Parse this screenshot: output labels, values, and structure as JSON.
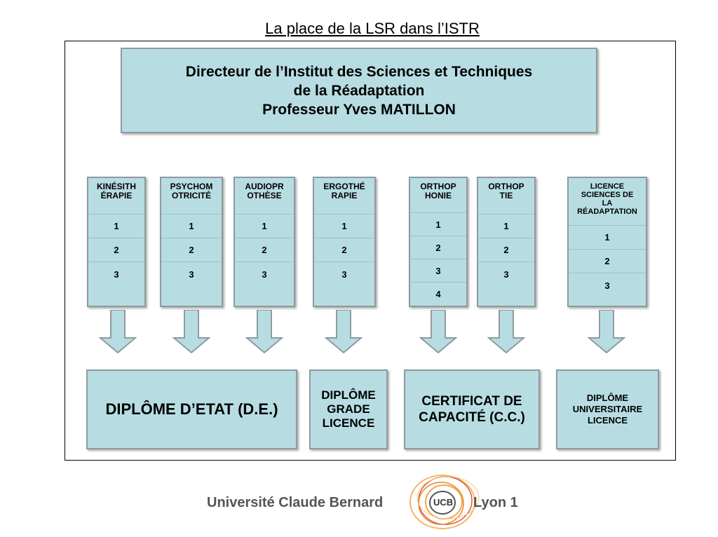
{
  "title": "La place de la LSR dans l’ISTR",
  "director": {
    "line1": "Directeur de l’Institut des Sciences et Techniques",
    "line2": "de la Réadaptation",
    "line3": "Professeur  Yves MATILLON"
  },
  "columns": [
    {
      "label_line1": "KINÉSITH",
      "label_line2": "ÉRAPIE",
      "years": [
        "1",
        "2",
        "3"
      ]
    },
    {
      "label_line1": "PSYCHOM",
      "label_line2": "OTRICITÉ",
      "years": [
        "1",
        "2",
        "3"
      ]
    },
    {
      "label_line1": "AUDIOPR",
      "label_line2": "OTHÈSE",
      "years": [
        "1",
        "2",
        "3"
      ]
    },
    {
      "label_line1": "ERGOTHÉ",
      "label_line2": "RAPIE",
      "years": [
        "1",
        "2",
        "3"
      ]
    },
    {
      "label_line1": "ORTHOP",
      "label_line2": "HONIE",
      "years": [
        "1",
        "2",
        "3",
        "4"
      ]
    },
    {
      "label_line1": "ORTHOP",
      "label_line2": "TIE",
      "years": [
        "1",
        "2",
        "3"
      ]
    },
    {
      "label_lines": [
        "LICENCE",
        "SCIENCES DE",
        "LA",
        "RÉADAPTATION"
      ],
      "years": [
        "1",
        "2",
        "3"
      ]
    }
  ],
  "outcomes": {
    "de": "DIPLÔME D’ETAT (D.E.)",
    "grade": [
      "DIPLÔME",
      "GRADE",
      "LICENCE"
    ],
    "cc": [
      "CERTIFICAT DE",
      "CAPACITÉ (C.C.)"
    ],
    "du": [
      "DIPLÔME",
      "UNIVERSITAIRE",
      "LICENCE"
    ]
  },
  "logo": {
    "left_text": "Université Claude Bernard",
    "center_text": "UCB",
    "right_text": "Lyon 1"
  },
  "colors": {
    "box_fill": "#b7dde2",
    "box_border": "#8e9ba0",
    "arrow_fill": "#b7dde2"
  }
}
